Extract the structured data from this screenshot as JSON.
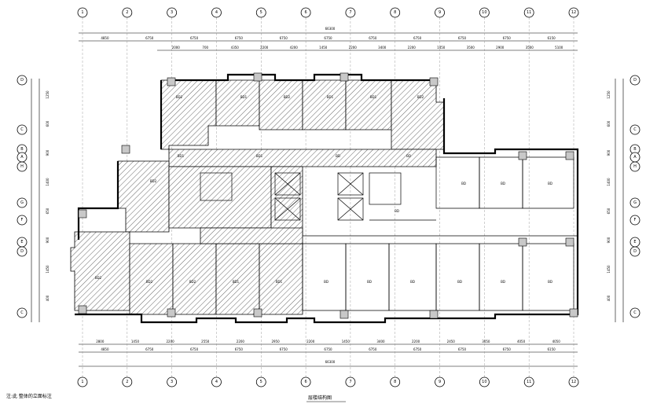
{
  "drawing": {
    "note_left": "注:此 整体的立面标注",
    "title": "层楼结构图",
    "overall_dim": "66300"
  },
  "axes_top": [
    "1",
    "2",
    "3",
    "4",
    "5",
    "6",
    "7",
    "8",
    "9",
    "10",
    "11",
    "12"
  ],
  "axes_left": [
    "D",
    "C",
    "B",
    "A",
    "H",
    "G",
    "F",
    "E",
    "D",
    "C"
  ],
  "top_dims_outer": [
    "4850",
    "6750",
    "6750",
    "6750",
    "6750",
    "6750",
    "6750",
    "6750",
    "6750",
    "6750",
    "6150"
  ],
  "top_dims_inner": [
    "2000",
    "700",
    "4350",
    "2200",
    "4200",
    "1450",
    "2200",
    "3400",
    "2200",
    "1450",
    "3500",
    "2900",
    "3500",
    "5100"
  ],
  "bottom_dims_inner": [
    "2800",
    "1450",
    "2200",
    "2550",
    "2200",
    "2950",
    "2200",
    "1450",
    "3400",
    "2200",
    "2450",
    "3050",
    "4050",
    "4050"
  ],
  "bottom_dims_outer": [
    "4850",
    "6750",
    "6750",
    "6750",
    "6750",
    "6750",
    "6750",
    "6750",
    "6750",
    "6750",
    "6150"
  ],
  "left_dims": [
    "1250",
    "600",
    "900",
    "1400",
    "650",
    "900",
    "1450",
    "400"
  ],
  "right_dims": [
    "1250",
    "600",
    "900",
    "1400",
    "650",
    "900",
    "1450",
    "400"
  ],
  "room_labels": [
    "BD2",
    "BD1",
    "BD2",
    "BD1",
    "BD1",
    "BD2",
    "BD2",
    "BD2",
    "BD2",
    "BD2",
    "BD1",
    "BD1",
    "BD1",
    "BD1",
    "BD",
    "BD",
    "BD",
    "BD",
    "BD",
    "BD",
    "BD",
    "BD",
    "BD",
    "BD",
    "BD",
    "BD"
  ]
}
